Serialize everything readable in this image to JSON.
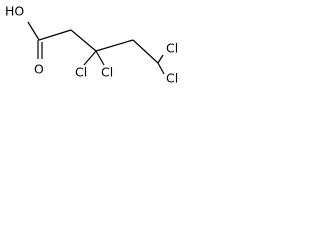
{
  "molecule": {
    "atoms": {
      "hydroxyl": "HO",
      "carbonyl_oxygen": "O",
      "chlorine_c3_left": "Cl",
      "chlorine_c3_right": "Cl",
      "chlorine_c5_top": "Cl",
      "chlorine_c5_bottom": "Cl"
    },
    "bond_color": "#000000",
    "label_color": "#000000",
    "background_color": "#ffffff"
  }
}
